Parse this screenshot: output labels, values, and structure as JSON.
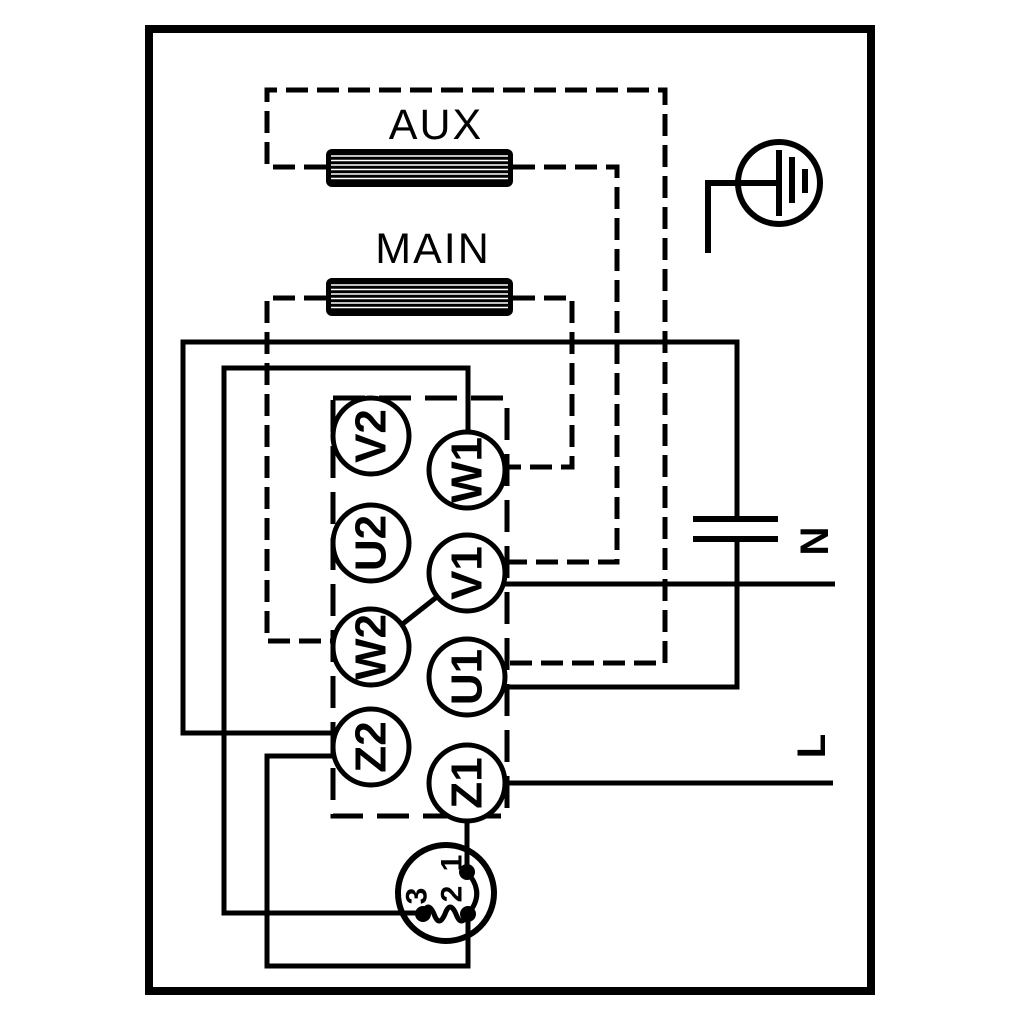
{
  "page": {
    "background": "#ffffff",
    "line_color": "#000000"
  },
  "windings": {
    "aux": "AUX",
    "main": "MAIN"
  },
  "supply": {
    "neutral": "N",
    "line": "L"
  },
  "terminal_board": {
    "terminals": [
      {
        "label": "V2"
      },
      {
        "label": "U2"
      },
      {
        "label": "W2"
      },
      {
        "label": "Z2"
      },
      {
        "label": "W1"
      },
      {
        "label": "V1"
      },
      {
        "label": "U1"
      },
      {
        "label": "Z1"
      }
    ]
  },
  "thermal_protector": {
    "terminals": [
      {
        "label": "1"
      },
      {
        "label": "2"
      },
      {
        "label": "3"
      }
    ]
  }
}
